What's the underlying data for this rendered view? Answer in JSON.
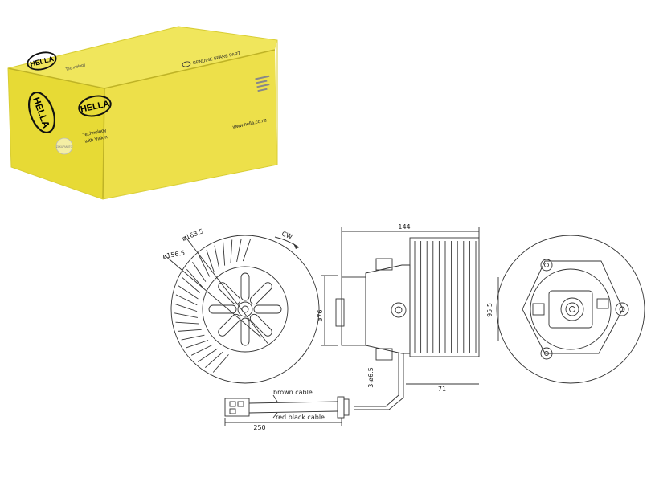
{
  "box": {
    "brand": "HELLA",
    "tagline_line1": "Technology",
    "tagline_line2": "with Vision",
    "genuine": "GENUINE SPARE PART",
    "website": "www.hella.co.nz",
    "badge": "ZAKUPIAUTO"
  },
  "drawing": {
    "dia_outer": "ø163.5",
    "dia_inner": "ø156.5",
    "rotation": "CW",
    "width_total": "144",
    "dia_shaft": "ø76",
    "height_right": "95.5",
    "screw": "3-ø6.5",
    "wheel_width": "71",
    "cable_brown": "brown cable",
    "cable_red": "red black cable",
    "cable_length": "250"
  },
  "colors": {
    "box_yellow": "#ecdf3a",
    "box_yellow_dark": "#c9bf2a",
    "line": "#333333"
  }
}
